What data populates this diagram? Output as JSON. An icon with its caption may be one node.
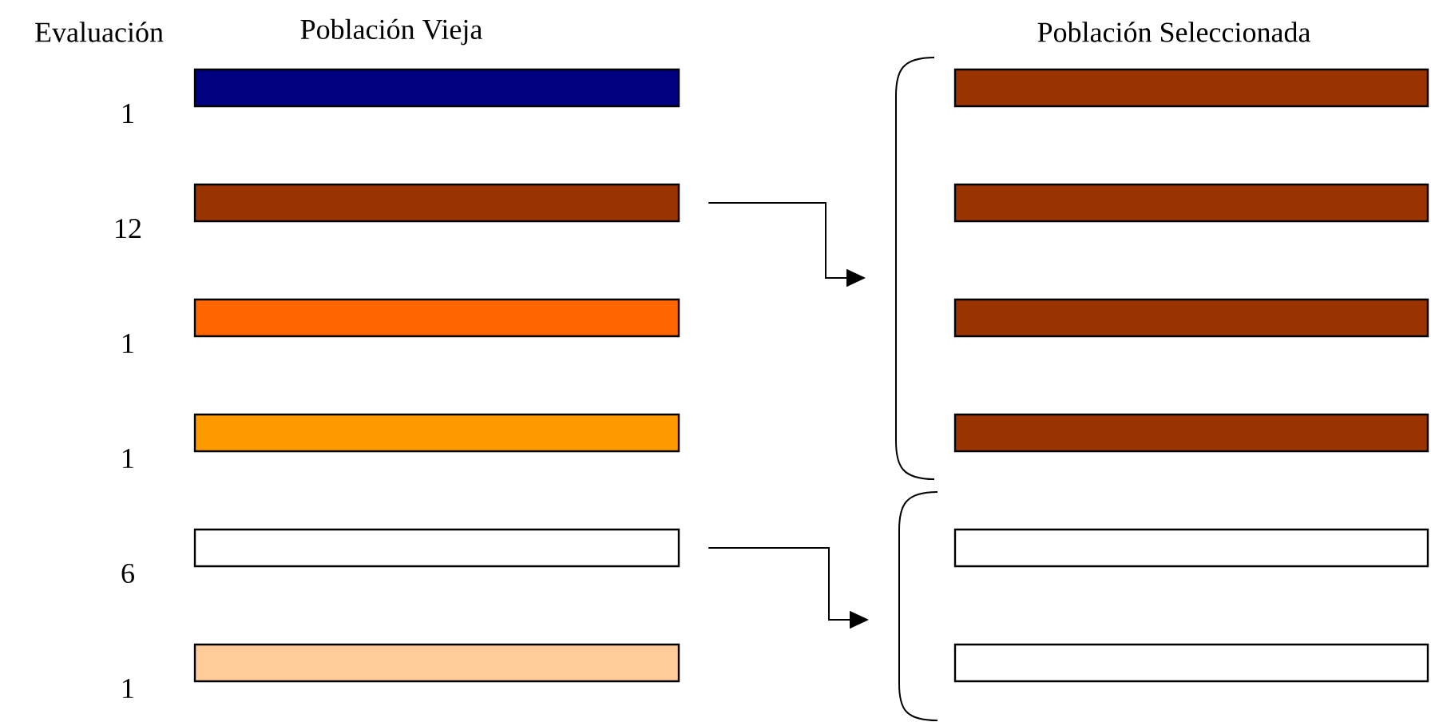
{
  "diagram": {
    "nodes": [
      {
        "text": [],
        "shape": "bar",
        "beside": [
          "1"
        ]
      },
      {
        "text": [],
        "shape": "bar",
        "beside": [
          "12"
        ]
      },
      {
        "text": [],
        "shape": "bar",
        "beside": [
          "1"
        ]
      },
      {
        "text": [],
        "shape": "bar",
        "beside": [
          "1"
        ]
      },
      {
        "text": [],
        "shape": "bar",
        "beside": [
          "6"
        ]
      },
      {
        "text": [],
        "shape": "bar",
        "beside": [
          "1"
        ]
      },
      {
        "text": [],
        "shape": "bar"
      },
      {
        "text": [],
        "shape": "bar"
      },
      {
        "text": [],
        "shape": "bar"
      },
      {
        "text": [],
        "shape": "bar"
      },
      {
        "text": [],
        "shape": "bar"
      },
      {
        "text": [],
        "shape": "bar"
      }
    ],
    "edges": [
      {
        "from": 1,
        "to": null,
        "arrow": "to"
      },
      {
        "from": 4,
        "to": null,
        "arrow": "to"
      }
    ],
    "labels": [
      "Evaluación",
      "Población Vieja",
      "Población Seleccionada"
    ]
  }
}
